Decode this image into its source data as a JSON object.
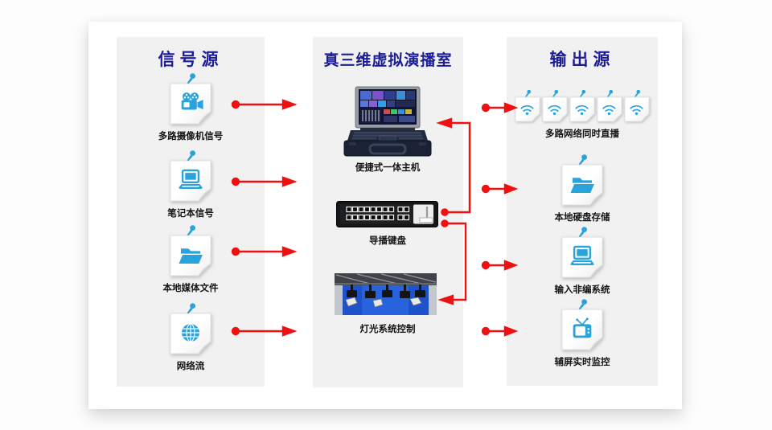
{
  "colors": {
    "header_navy": "#1d1d99",
    "icon_blue": "#29a3dc",
    "arrow_red": "#f01010",
    "panel_gray": "#f1f1f1"
  },
  "signal_source": {
    "title": "信号源",
    "items": [
      {
        "icon": "camera",
        "label": "多路摄像机信号"
      },
      {
        "icon": "laptop",
        "label": "笔记本信号"
      },
      {
        "icon": "folder",
        "label": "本地媒体文件"
      },
      {
        "icon": "globe",
        "label": "网络流"
      }
    ]
  },
  "studio": {
    "title": "真三维虚拟演播室",
    "items": [
      {
        "image": "portable-host",
        "label": "便捷式一体主机"
      },
      {
        "image": "switcher-keyboard",
        "label": "导播键盘"
      },
      {
        "image": "lighting-rig",
        "label": "灯光系统控制"
      }
    ]
  },
  "output_source": {
    "title": "输出源",
    "items": [
      {
        "icon": "wifi",
        "count": 5,
        "label": "多路网络同时直播"
      },
      {
        "icon": "folder",
        "label": "本地硬盘存储"
      },
      {
        "icon": "laptop",
        "label": "输入非编系统"
      },
      {
        "icon": "tv",
        "label": "辅屏实时监控"
      }
    ]
  }
}
